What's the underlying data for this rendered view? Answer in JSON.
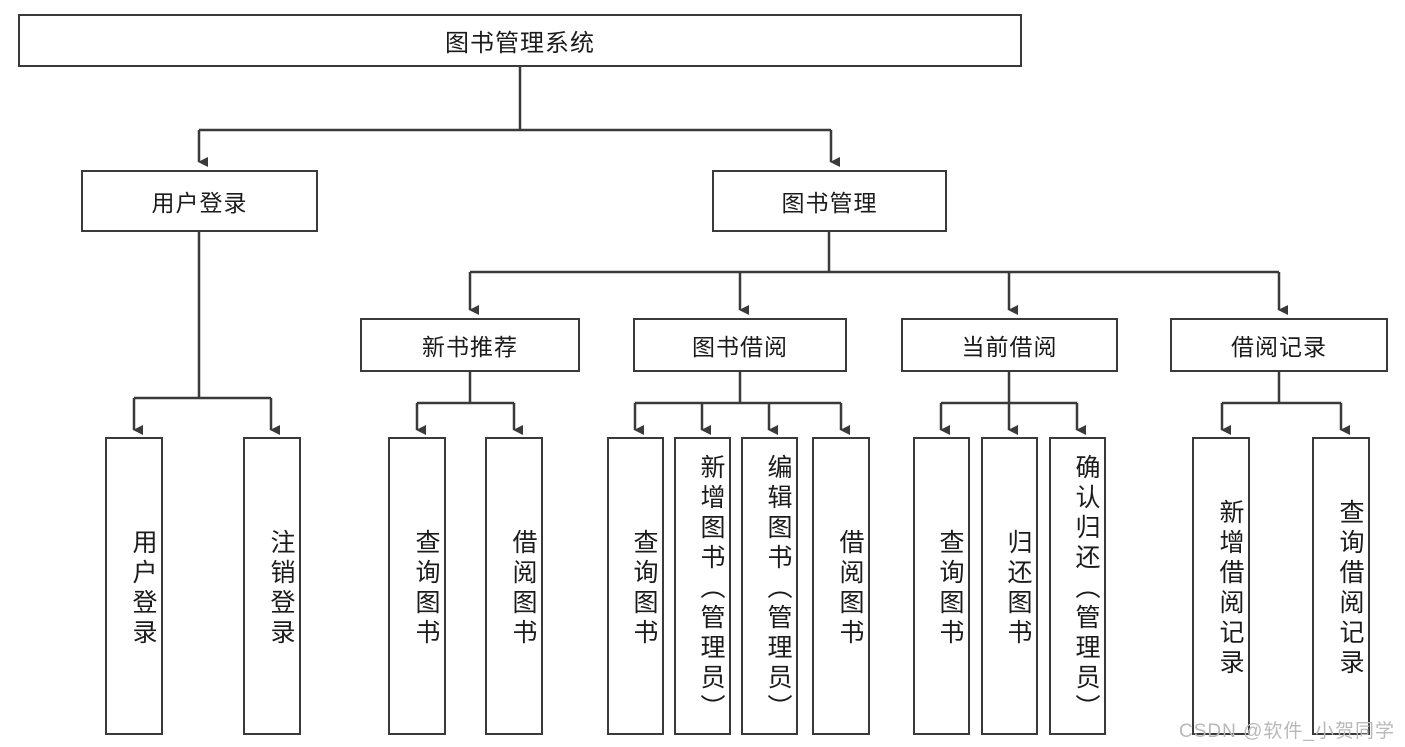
{
  "diagram": {
    "title": "图书管理系统",
    "type": "hierarchy-tree",
    "root": {
      "label": "图书管理系统"
    },
    "level2": [
      {
        "label": "用户登录"
      },
      {
        "label": "图书管理"
      }
    ],
    "level3": [
      {
        "label": "新书推荐"
      },
      {
        "label": "图书借阅"
      },
      {
        "label": "当前借阅"
      },
      {
        "label": "借阅记录"
      }
    ],
    "leaves": {
      "user_login": [
        {
          "label": "用户登录"
        },
        {
          "label": "注销登录"
        }
      ],
      "new_book_recommend": [
        {
          "label": "查询图书"
        },
        {
          "label": "借阅图书"
        }
      ],
      "book_borrow": [
        {
          "label": "查询图书"
        },
        {
          "label": "新增图书（管理员）"
        },
        {
          "label": "编辑图书（管理员）"
        },
        {
          "label": "借阅图书"
        }
      ],
      "current_borrow": [
        {
          "label": "查询图书"
        },
        {
          "label": "归还图书"
        },
        {
          "label": "确认归还（管理员）"
        }
      ],
      "borrow_record": [
        {
          "label": "新增借阅记录"
        },
        {
          "label": "查询借阅记录"
        }
      ]
    }
  },
  "watermark": {
    "text": "CSDN @软件_小贺同学"
  },
  "colors": {
    "stroke": "#3a3a3a",
    "fill": "#ffffff",
    "text": "#1b1b1b",
    "watermark": "#b9b9b9"
  }
}
